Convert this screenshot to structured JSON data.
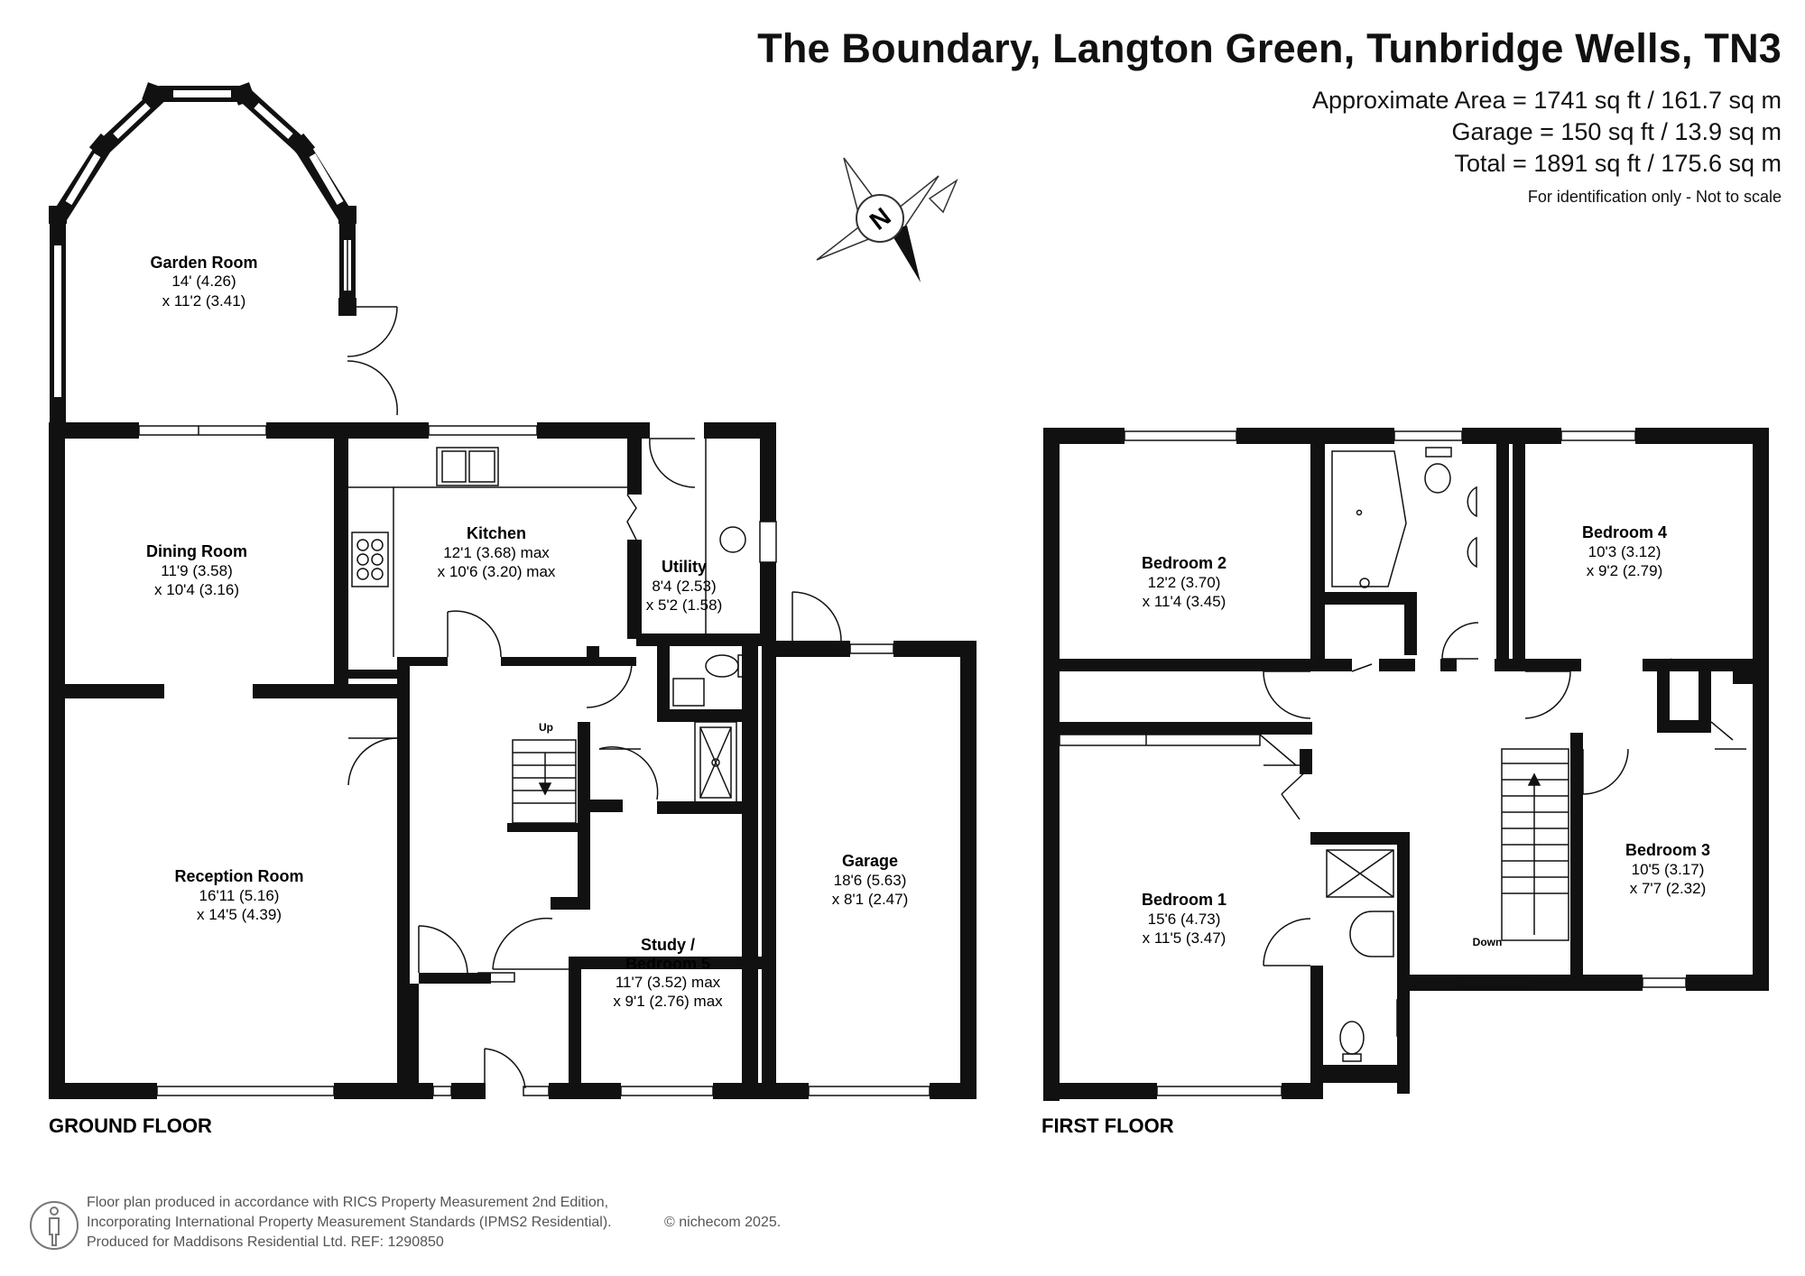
{
  "header": {
    "title": "The Boundary, Langton Green, Tunbridge Wells, TN3",
    "area": "Approximate Area = 1741 sq ft / 161.7 sq m",
    "garage": "Garage = 150 sq ft / 13.9 sq m",
    "total": "Total = 1891 sq ft / 175.6 sq m",
    "note": "For identification only - Not to scale"
  },
  "compass": {
    "letter": "N"
  },
  "ground_floor": {
    "label": "GROUND FLOOR",
    "up_label": "Up",
    "rooms": {
      "garden_room": {
        "name": "Garden Room",
        "dim1": "14' (4.26)",
        "dim2": "x 11'2 (3.41)"
      },
      "dining_room": {
        "name": "Dining Room",
        "dim1": "11'9 (3.58)",
        "dim2": "x 10'4 (3.16)"
      },
      "kitchen": {
        "name": "Kitchen",
        "dim1": "12'1 (3.68) max",
        "dim2": "x 10'6 (3.20) max"
      },
      "utility": {
        "name": "Utility",
        "dim1": "8'4 (2.53)",
        "dim2": "x 5'2 (1.58)"
      },
      "reception_room": {
        "name": "Reception Room",
        "dim1": "16'11 (5.16)",
        "dim2": "x 14'5 (4.39)"
      },
      "study": {
        "name1": "Study /",
        "name2": "Bedroom 5",
        "dim1": "11'7 (3.52) max",
        "dim2": "x 9'1 (2.76) max"
      },
      "garage": {
        "name": "Garage",
        "dim1": "18'6 (5.63)",
        "dim2": "x 8'1 (2.47)"
      }
    }
  },
  "first_floor": {
    "label": "FIRST FLOOR",
    "down_label": "Down",
    "rooms": {
      "bedroom2": {
        "name": "Bedroom 2",
        "dim1": "12'2 (3.70)",
        "dim2": "x 11'4 (3.45)"
      },
      "bedroom4": {
        "name": "Bedroom 4",
        "dim1": "10'3 (3.12)",
        "dim2": "x 9'2 (2.79)"
      },
      "bedroom1": {
        "name": "Bedroom 1",
        "dim1": "15'6 (4.73)",
        "dim2": "x 11'5 (3.47)"
      },
      "bedroom3": {
        "name": "Bedroom 3",
        "dim1": "10'5 (3.17)",
        "dim2": "x 7'7 (2.32)"
      }
    }
  },
  "footer": {
    "line1": "Floor plan produced in accordance with RICS Property Measurement 2nd Edition,",
    "line2": "Incorporating International Property Measurement Standards (IPMS2 Residential).",
    "line3": "Produced for Maddisons Residential Ltd.   REF: 1290850",
    "copyright": "© nichecom 2025."
  }
}
